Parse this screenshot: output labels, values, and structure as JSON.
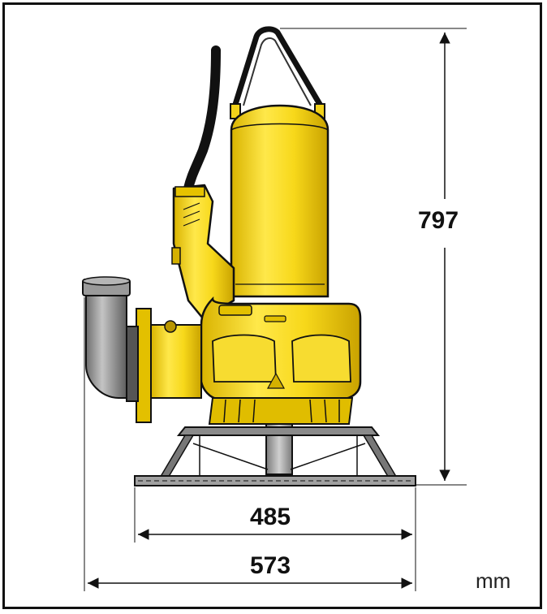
{
  "dimensions": {
    "height": "797",
    "base_width": "485",
    "overall_width": "573",
    "unit": "mm"
  },
  "colors": {
    "pump_body": "#f2d21a",
    "pump_shadow": "#c9a400",
    "outline": "#111111",
    "pipe": "#8a8a8a",
    "stand": "#9a9a9a"
  }
}
